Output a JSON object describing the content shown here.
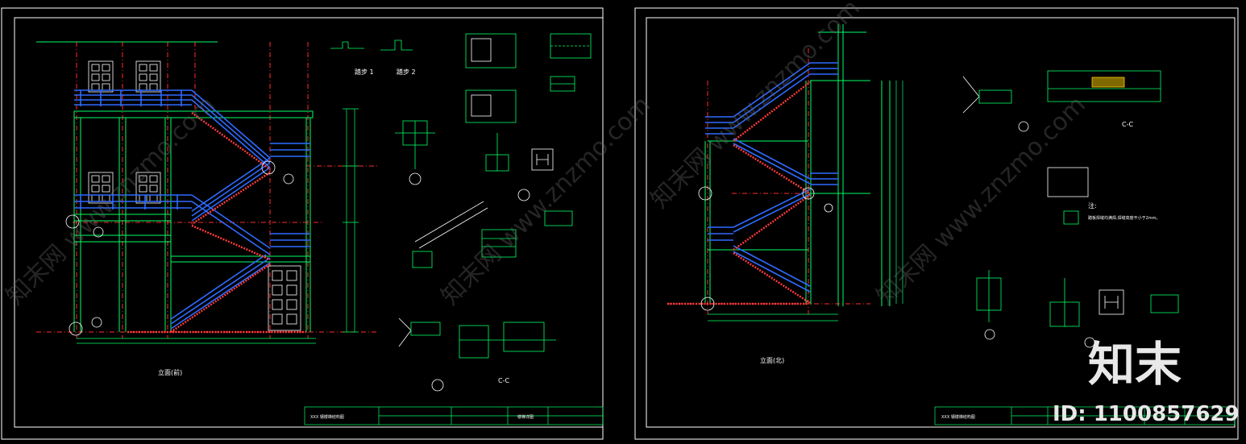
{
  "sheets": [
    {
      "id": "left",
      "elevation_title": "立面(前)",
      "detail_labels": {
        "step1": "踏步 1",
        "step2": "踏步 2",
        "section": "C-C"
      },
      "title_block": {
        "project": "XXX 钢楼梯结构图",
        "drawing": "楼梯详图"
      }
    },
    {
      "id": "right",
      "elevation_title": "立面(北)",
      "detail_labels": {
        "section": "C-C"
      },
      "note_title": "注:",
      "note_text": "踏板焊缝均满焊,焊缝高度不小于2mm。",
      "title_block": {
        "project": "XXX 钢楼梯结构图"
      }
    }
  ],
  "watermark": {
    "text": "知末网 www.znzmo.com",
    "logo": "知末",
    "id": "ID: 1100857629"
  },
  "colors": {
    "background": "#000000",
    "frame": "#ffffff",
    "lines": "#00ff66",
    "railing": "#2f6bff",
    "axis": "#ff2a2a",
    "text": "#ffffff",
    "hatch": "#ff3b3b"
  }
}
